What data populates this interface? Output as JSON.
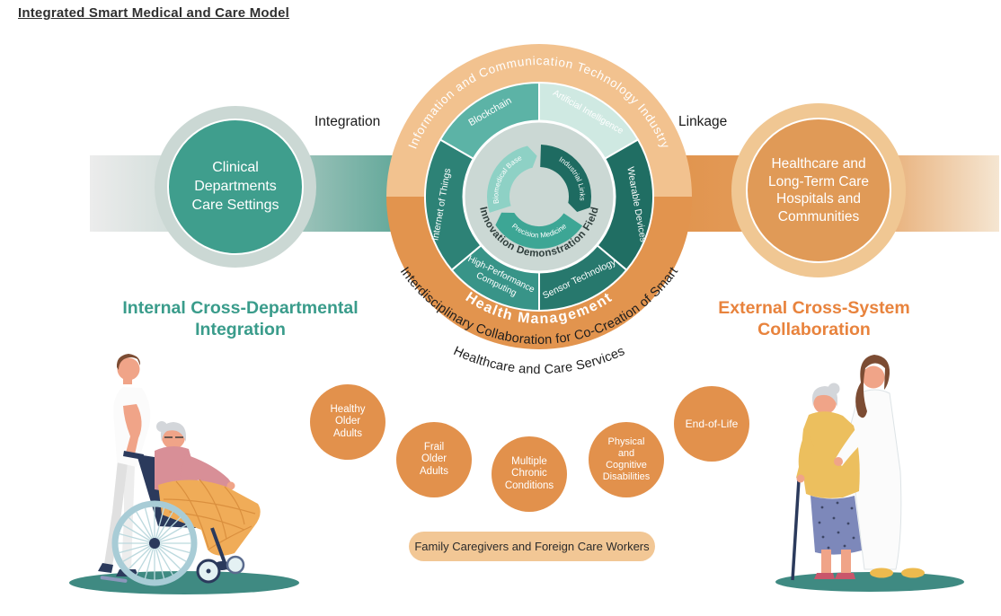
{
  "title": "Integrated Smart Medical and Care Model",
  "flow_labels": {
    "left": "Integration",
    "right": "Linkage"
  },
  "left_side": {
    "circle_text": "Clinical\nDepartments\nCare Settings",
    "heading": "Internal Cross-Departmental\nIntegration"
  },
  "right_side": {
    "circle_text": "Healthcare and\nLong-Term Care\nHospitals and\nCommunities",
    "heading": "External Cross-System\nCollaboration"
  },
  "wheel": {
    "outer_top_label": "Information and Communication Technology Industry",
    "outer_bottom_label": "Health Management",
    "segments": {
      "blockchain": "Blockchain",
      "artificial_intelligence": "Artificial Intelligence",
      "internet_of_things": "Internet of Things",
      "wearable_devices": "Wearable Devices",
      "hpc_line1": "High-Performance",
      "hpc_line2": "Computing",
      "sensor_technology": "Sensor Technology"
    },
    "inner_ring_label": "Innovation Demonstration Field",
    "cycle": {
      "biomedical_base": "Biomedical Base",
      "industrial_links": "Industrial Links",
      "precision_medicine": "Precision Medicine"
    }
  },
  "collaboration_caption": {
    "line1": "Interdisciplinary Collaboration for Co-Creation of Smart",
    "line2": "Healthcare and Care Services"
  },
  "population_groups": {
    "healthy": "Healthy\nOlder\nAdults",
    "frail": "Frail\nOlder\nAdults",
    "chronic": "Multiple\nChronic\nConditions",
    "disabilities": "Physical\nand\nCognitive\nDisabilities",
    "end_of_life": "End-of-Life"
  },
  "caregivers_pill": "Family Caregivers and Foreign Care Workers",
  "colors": {
    "teal_circle": "#3f9e8d",
    "teal_ring": "#cbd8d4",
    "orange_circle": "#e09a57",
    "orange_ring": "#f0c793",
    "wheel_outer_top": "#f2c28f",
    "wheel_outer_bottom": "#e2944e",
    "heading_teal": "#3a9c8b",
    "heading_orange": "#e8833d",
    "population_circle": "#e2914c",
    "pill_background": "#f2c795"
  }
}
